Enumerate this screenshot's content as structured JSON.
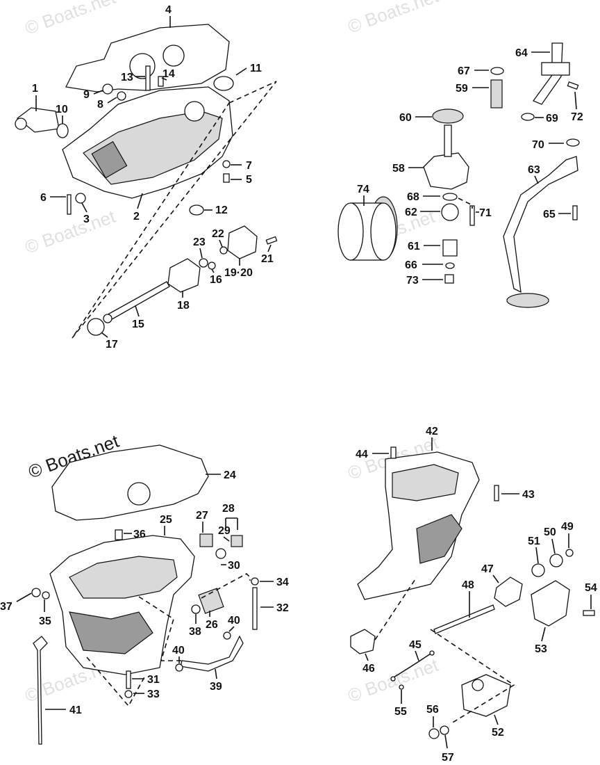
{
  "watermark": {
    "text": "© Boats.net"
  },
  "callouts": {
    "q1": [
      "1",
      "2",
      "3",
      "4",
      "5",
      "6",
      "7",
      "8",
      "9",
      "10",
      "11",
      "12",
      "13",
      "14",
      "15",
      "16",
      "17",
      "18",
      "19·20",
      "21",
      "22",
      "23"
    ],
    "q2": [
      "58",
      "59",
      "60",
      "61",
      "62",
      "63",
      "64",
      "65",
      "66",
      "67",
      "68",
      "69",
      "70",
      "71",
      "72",
      "73",
      "74"
    ],
    "q3": [
      "24",
      "25",
      "26",
      "27",
      "28",
      "29",
      "30",
      "31",
      "32",
      "33",
      "34",
      "35",
      "36",
      "37",
      "38",
      "39",
      "40",
      "40",
      "41"
    ],
    "q4": [
      "42",
      "43",
      "44",
      "45",
      "46",
      "47",
      "48",
      "49",
      "50",
      "51",
      "52",
      "53",
      "54",
      "55",
      "56",
      "57"
    ]
  }
}
